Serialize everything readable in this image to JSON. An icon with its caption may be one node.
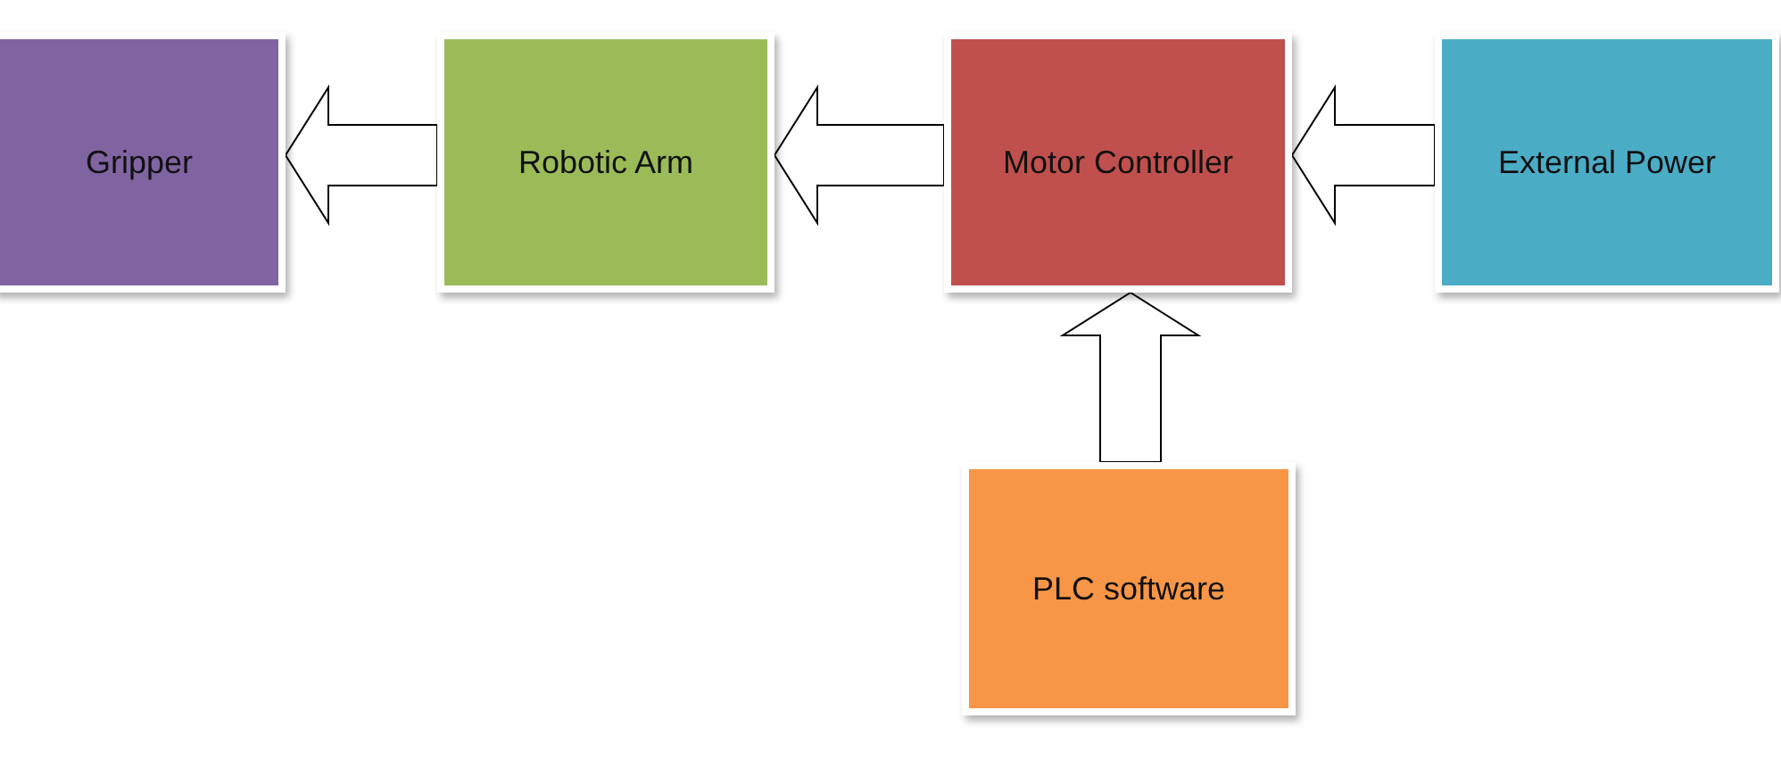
{
  "diagram": {
    "nodes": [
      {
        "text": [
          "Gripper"
        ]
      },
      {
        "text": [
          "Robotic Arm"
        ]
      },
      {
        "text": [
          "Motor Controller"
        ]
      },
      {
        "text": [
          "External Power"
        ]
      },
      {
        "text": [
          "PLC software"
        ]
      }
    ],
    "edges": [
      {
        "from": 1,
        "to": 0,
        "arrow": "to"
      },
      {
        "from": 2,
        "to": 1,
        "arrow": "to"
      },
      {
        "from": 3,
        "to": 2,
        "arrow": "to"
      },
      {
        "from": 4,
        "to": 2,
        "arrow": "to"
      }
    ]
  }
}
